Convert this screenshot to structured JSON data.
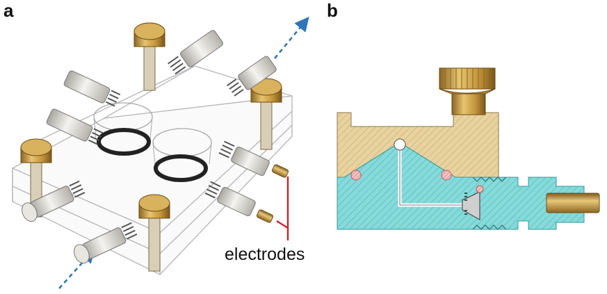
{
  "panels": {
    "a": "a",
    "b": "b"
  },
  "annotations": {
    "electrodes": "electrodes"
  },
  "colors": {
    "acrylic_edge": "#b9b9b9",
    "brass": "#c79a3f",
    "brass_dark": "#8a6522",
    "fitting_white": "#e4e2dc",
    "spring": "#555555",
    "oring": "#222222",
    "flow_arrow": "#2f76b8",
    "electrode_wire": "#d0202a",
    "section_upper": "#e7d09a",
    "section_lower": "#7fd6d6",
    "section_orange": "#e8a0a0"
  },
  "icons": [
    "flow-direction-arrow",
    "knurled-screw",
    "tube-fitting",
    "o-ring",
    "electrode"
  ]
}
